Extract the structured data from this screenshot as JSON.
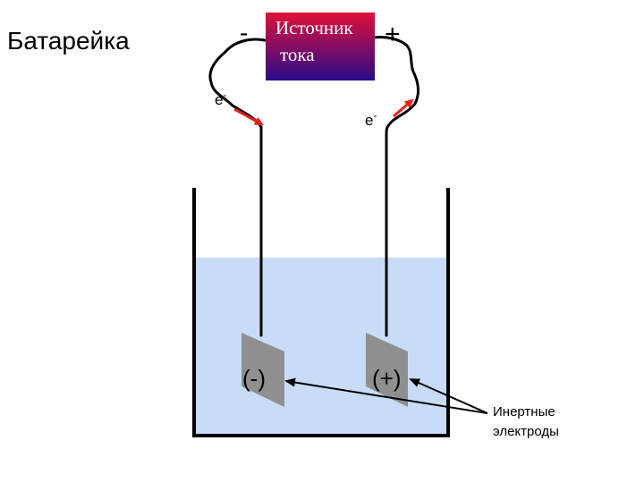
{
  "title": "Батарейка",
  "source": {
    "line1": "Источник",
    "line2": "тока",
    "gradient_top": "#e0103a",
    "gradient_bottom": "#2a0a8a"
  },
  "terminals": {
    "negative": "-",
    "positive": "+"
  },
  "electron_labels": {
    "left": "e-",
    "right": "e-"
  },
  "electrodes": {
    "cathode_label": "(-)",
    "anode_label": "(+)"
  },
  "callout": {
    "line1": "Инертные",
    "line2": "электроды"
  },
  "colors": {
    "solution": "#c9dcf7",
    "electrode": "#8f8f8f",
    "arrow": "#e8201c",
    "wire": "#000000"
  }
}
